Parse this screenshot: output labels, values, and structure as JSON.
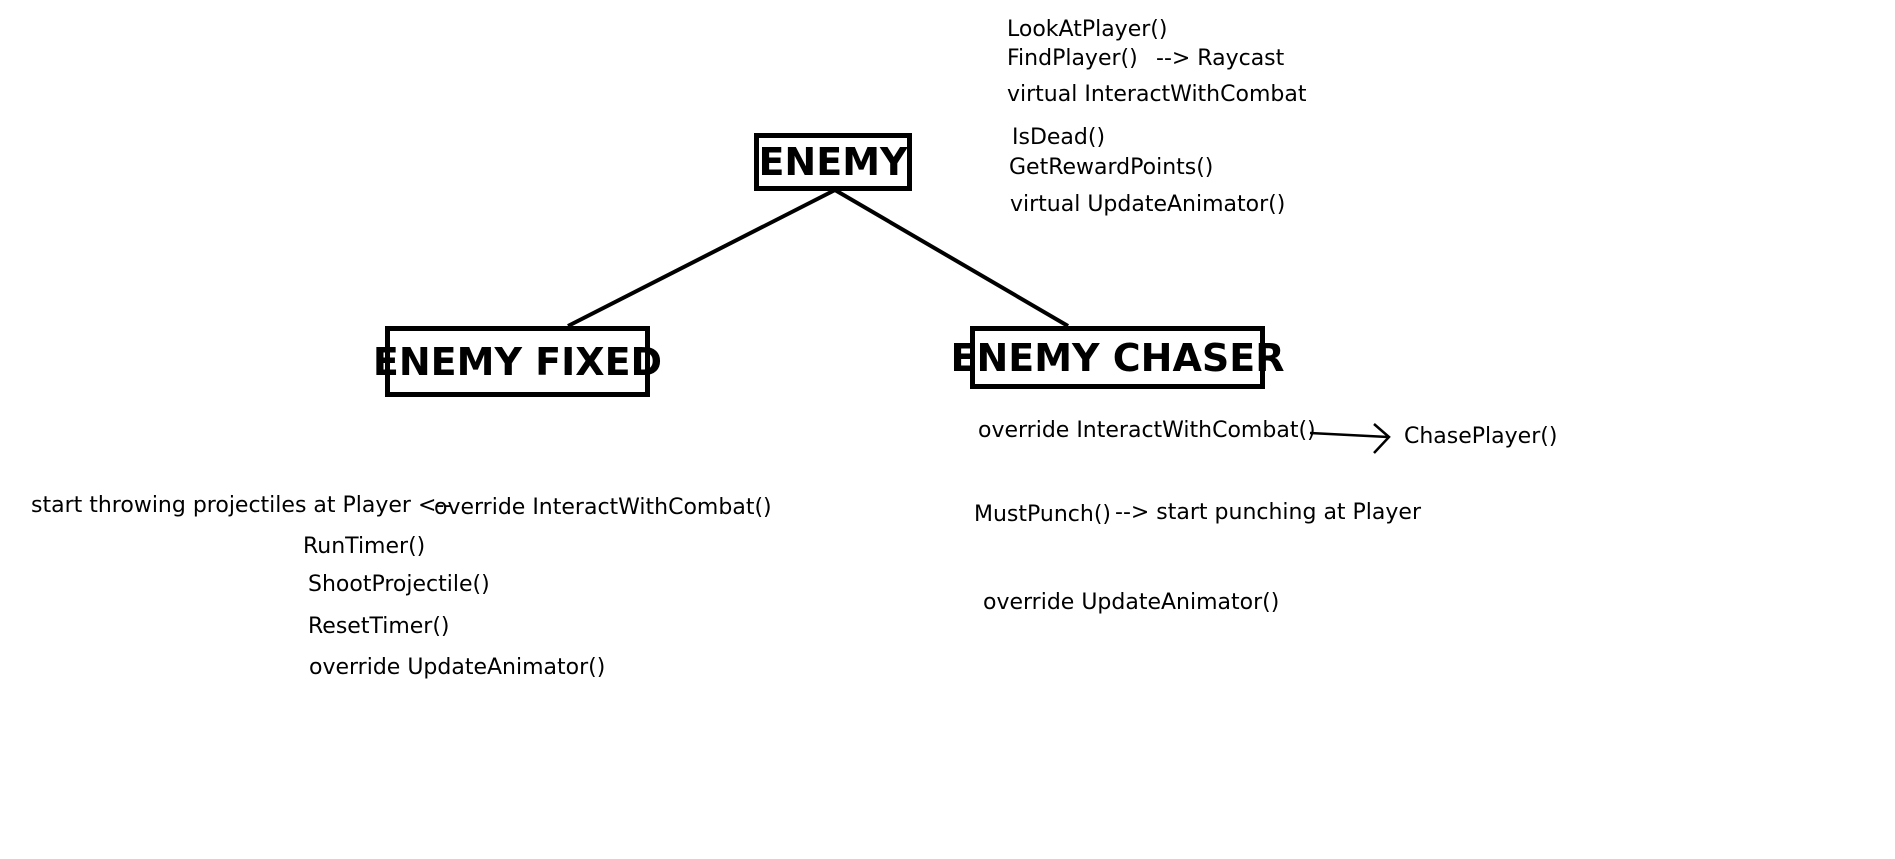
{
  "nodes": {
    "enemy": "ENEMY",
    "enemy_fixed": "ENEMY FIXED",
    "enemy_chaser": "ENEMY CHASER"
  },
  "enemy_methods": {
    "look_at_player": "LookAtPlayer()",
    "find_player": "FindPlayer()",
    "find_player_note": "--> Raycast",
    "interact_with_combat": "virtual InteractWithCombat",
    "is_dead": "IsDead()",
    "get_reward_points": "GetRewardPoints()",
    "update_animator": "virtual UpdateAnimator()"
  },
  "fixed_methods": {
    "note": "start throwing projectiles at Player <--",
    "interact_with_combat": "override InteractWithCombat()",
    "run_timer": "RunTimer()",
    "shoot_projectile": "ShootProjectile()",
    "reset_timer": "ResetTimer()",
    "update_animator": "override UpdateAnimator()"
  },
  "chaser_methods": {
    "interact_with_combat": "override InteractWithCombat()",
    "chase_player": "ChasePlayer()",
    "must_punch": "MustPunch()",
    "must_punch_note": "--> start punching at Player",
    "update_animator": "override UpdateAnimator()"
  }
}
